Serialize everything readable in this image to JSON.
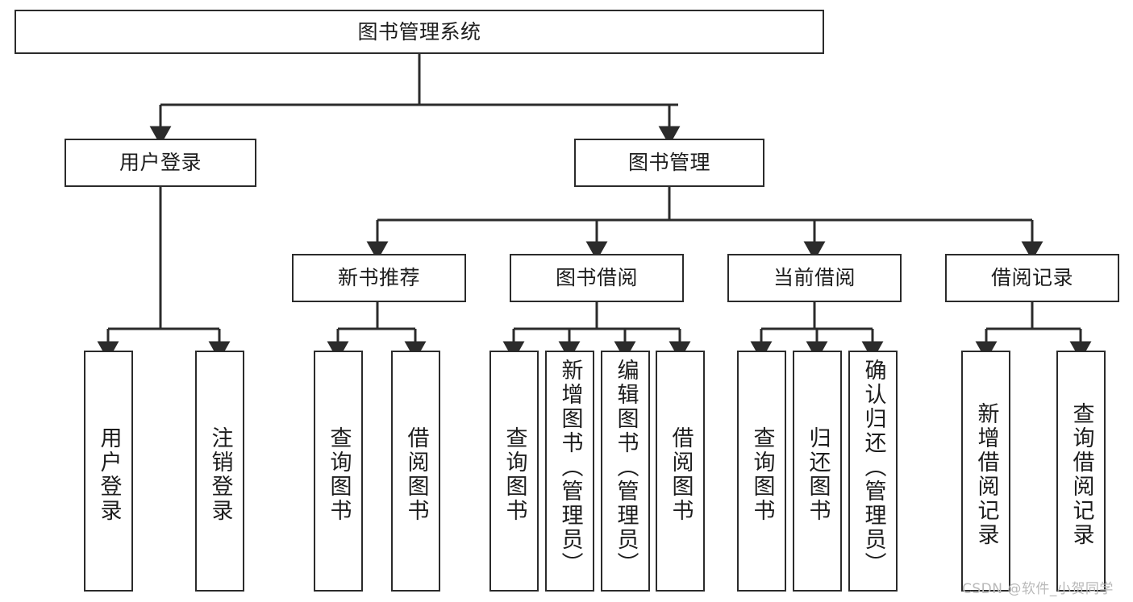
{
  "diagram": {
    "type": "tree",
    "title": "图书管理系统",
    "watermark": "CSDN @软件_小贺同学",
    "colors": {
      "border": "#2b2b2b",
      "background": "#ffffff",
      "text": "#1d1d1d",
      "edge": "#2b2b2b",
      "watermark": "#b9b9b9"
    },
    "nodes": {
      "root": {
        "label": "图书管理系统"
      },
      "level2": [
        {
          "label": "用户登录"
        },
        {
          "label": "图书管理"
        }
      ],
      "level3": [
        {
          "label": "新书推荐"
        },
        {
          "label": "图书借阅"
        },
        {
          "label": "当前借阅"
        },
        {
          "label": "借阅记录"
        }
      ],
      "leaves_user_login": [
        {
          "label": "用户登录"
        },
        {
          "label": "注销登录"
        }
      ],
      "leaves_new_book": [
        {
          "label": "查询图书"
        },
        {
          "label": "借阅图书"
        }
      ],
      "leaves_borrow": [
        {
          "label": "查询图书"
        },
        {
          "label": "新增图书（管理员）"
        },
        {
          "label": "编辑图书（管理员）"
        },
        {
          "label": "借阅图书"
        }
      ],
      "leaves_current": [
        {
          "label": "查询图书"
        },
        {
          "label": "归还图书"
        },
        {
          "label": "确认归还（管理员）"
        }
      ],
      "leaves_records": [
        {
          "label": "新增借阅记录"
        },
        {
          "label": "查询借阅记录"
        }
      ]
    }
  }
}
